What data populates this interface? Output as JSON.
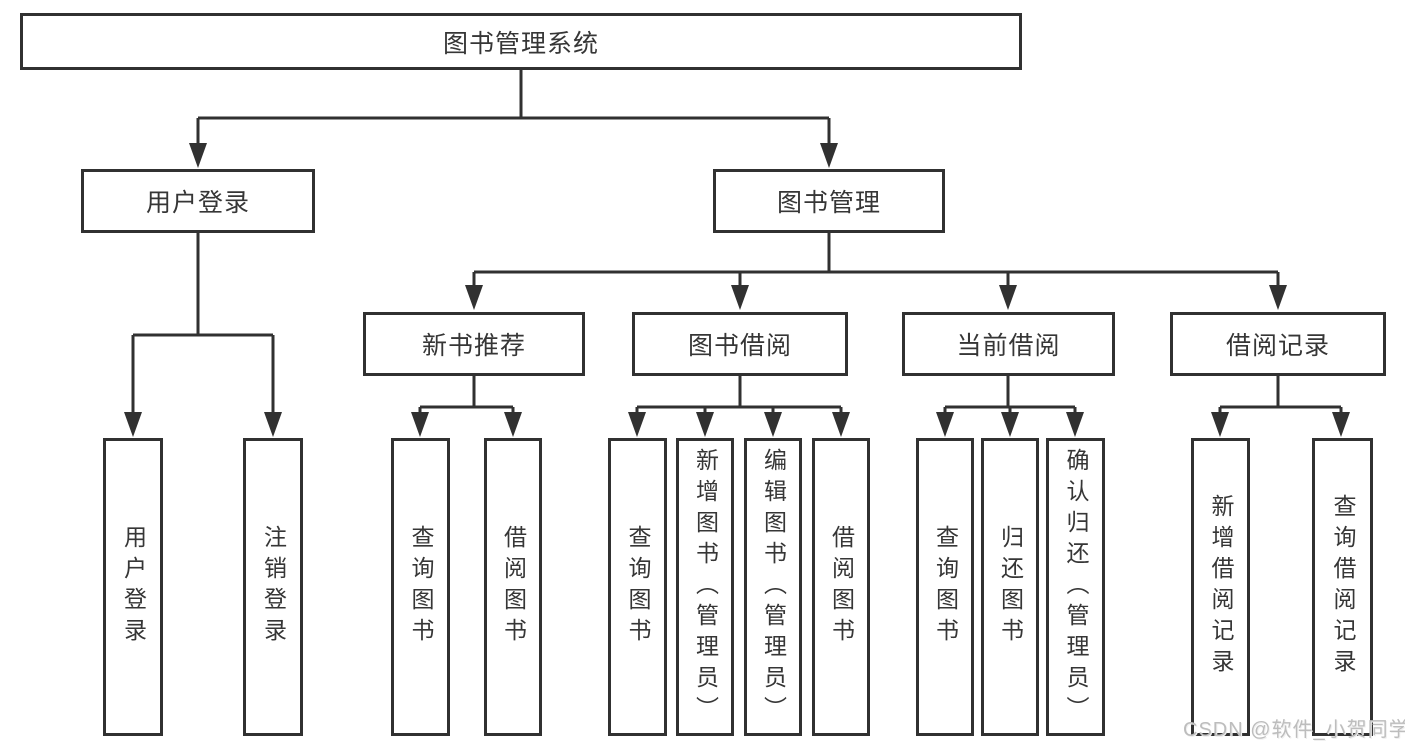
{
  "diagram_title": "图书管理系统",
  "colors": {
    "line": "#313131",
    "box_border": "#313131",
    "box_fill": "#ffffff",
    "text": "#363636",
    "background": "#ffffff",
    "watermark_text_color": "#bdbdbd"
  },
  "tree": {
    "root": {
      "label": "图书管理系统"
    },
    "branches": [
      {
        "label": "用户登录",
        "children": [
          {
            "label": "用户登录"
          },
          {
            "label": "注销登录"
          }
        ]
      },
      {
        "label": "图书管理",
        "children": [
          {
            "label": "新书推荐",
            "children": [
              {
                "label": "查询图书"
              },
              {
                "label": "借阅图书"
              }
            ]
          },
          {
            "label": "图书借阅",
            "children": [
              {
                "label": "查询图书"
              },
              {
                "label": "新增图书（管理员）"
              },
              {
                "label": "编辑图书（管理员）"
              },
              {
                "label": "借阅图书"
              }
            ]
          },
          {
            "label": "当前借阅",
            "children": [
              {
                "label": "查询图书"
              },
              {
                "label": "归还图书"
              },
              {
                "label": "确认归还（管理员）"
              }
            ]
          },
          {
            "label": "借阅记录",
            "children": [
              {
                "label": "新增借阅记录"
              },
              {
                "label": "查询借阅记录"
              }
            ]
          }
        ]
      }
    ]
  },
  "watermark": {
    "text": "CSDN @软件_小贺同学"
  }
}
